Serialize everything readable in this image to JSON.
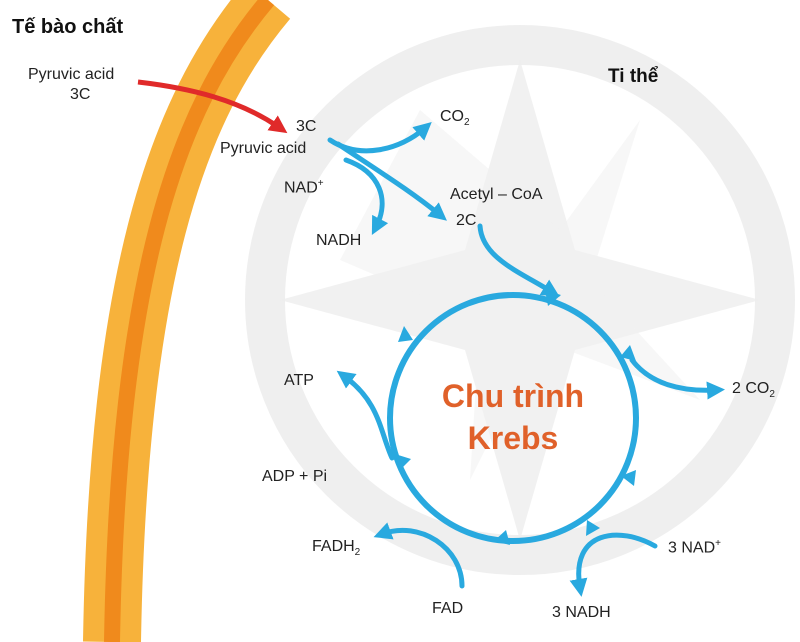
{
  "labels": {
    "cytoplasm": "Tế bào chất",
    "mitochondrion": "Ti thể",
    "pyruvic_outside_name": "Pyruvic acid",
    "pyruvic_outside_carbons": "3C",
    "pyruvic_inside_carbons": "3C",
    "pyruvic_inside_name": "Pyruvic acid",
    "co2_first": "CO",
    "co2_first_sub": "2",
    "nad": "NAD",
    "nad_sup": "+",
    "nadh": "NADH",
    "acetyl_coa": "Acetyl – CoA",
    "acetyl_carbons": "2C",
    "cycle_line1": "Chu trình",
    "cycle_line2": "Krebs",
    "co2_out": "2 CO",
    "co2_out_sub": "2",
    "atp": "ATP",
    "adp_pi": "ADP + Pi",
    "nad_three": "3 NAD",
    "nad_three_sup": "+",
    "nadh_three": "3 NADH",
    "fadh2": "FADH",
    "fadh2_sub": "2",
    "fad": "FAD"
  },
  "colors": {
    "membrane_outer": "#f7b23b",
    "membrane_inner": "#f08a1c",
    "arrow_blue": "#29a9df",
    "arrow_red": "#e02a2a",
    "cycle_title": "#e0612a",
    "watermark": "#dedede"
  }
}
